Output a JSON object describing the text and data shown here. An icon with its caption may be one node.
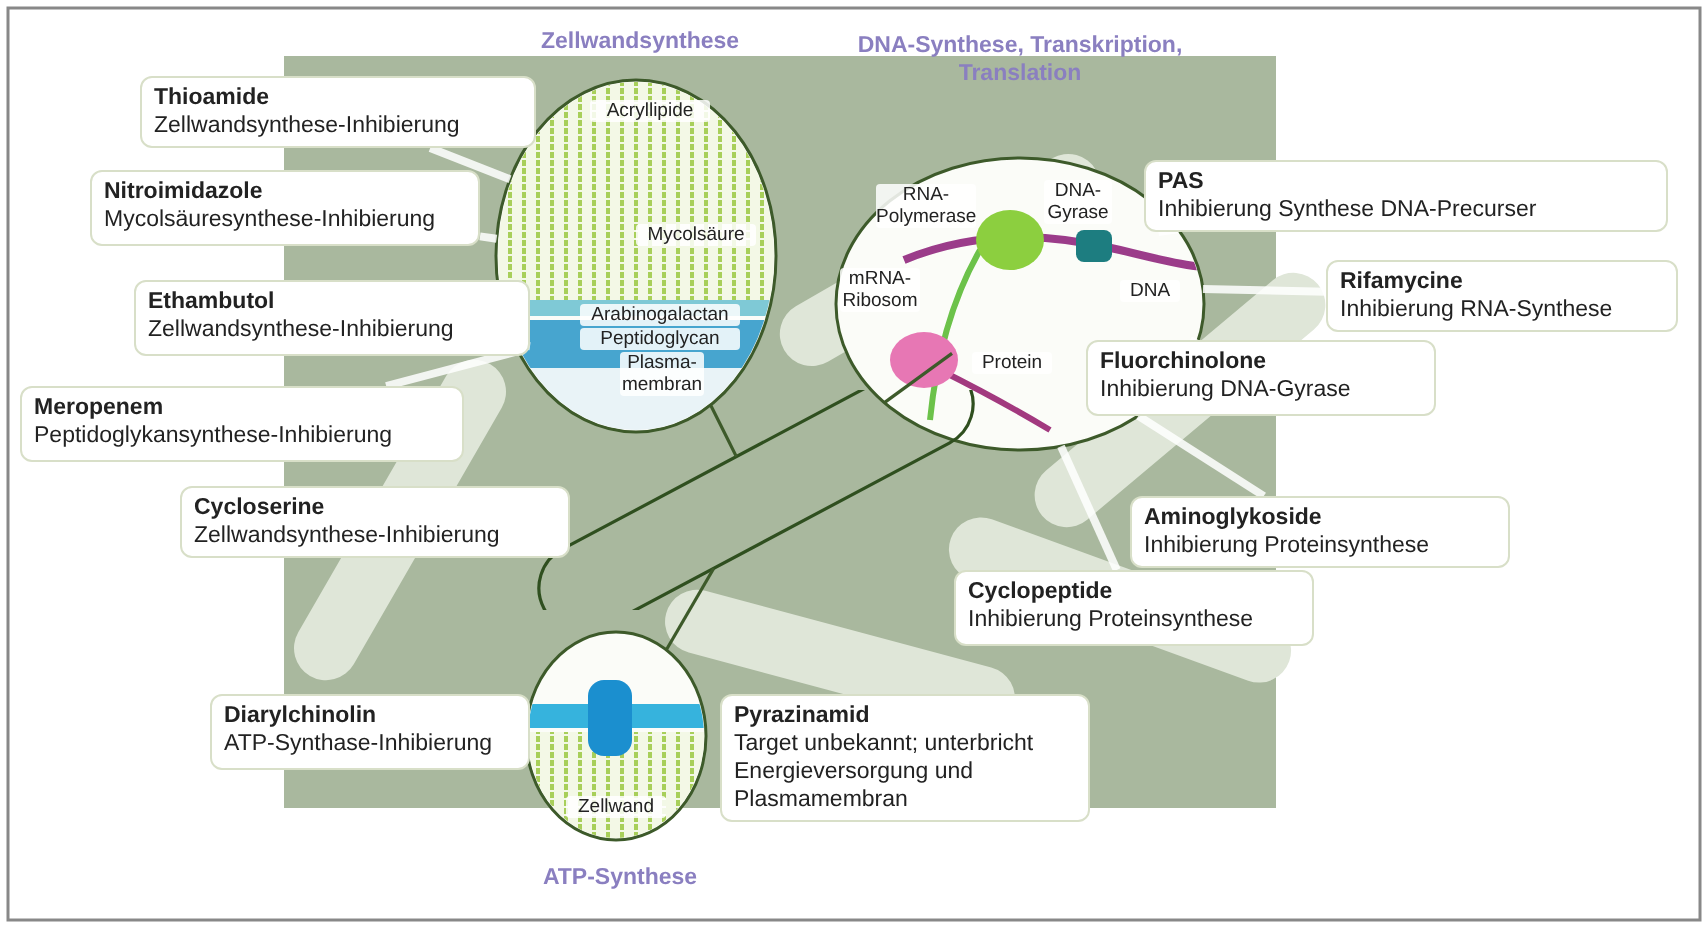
{
  "diagram": {
    "nodes": [
      {
        "text": [
          "Zellwandsynthese"
        ]
      },
      {
        "text": [
          "DNA-Synthese, Transkription, Translation"
        ]
      },
      {
        "text": [
          "ATP-Synthese"
        ]
      },
      {
        "text": [],
        "shape": "picture"
      },
      {
        "text": [
          "Thioamide",
          "Zellwandsynthese-Inhibierung"
        ]
      },
      {
        "text": [
          "Nitroimidazole",
          "Mycolsäuresynthese-Inhibierung"
        ]
      },
      {
        "text": [
          "Ethambutol",
          "Zellwandsynthese-Inhibierung"
        ]
      },
      {
        "text": [
          "Meropenem",
          "Peptidoglykansynthese-Inhibierung"
        ]
      },
      {
        "text": [
          "Cycloserine",
          "Zellwandsynthese-Inhibierung"
        ]
      },
      {
        "text": [
          "PAS",
          "Inhibierung Synthese DNA-Precurser"
        ]
      },
      {
        "text": [
          "Rifamycine",
          "Inhibierung RNA-Synthese"
        ]
      },
      {
        "text": [
          "Fluorchinolone",
          "Inhibierung DNA-Gyrase"
        ]
      },
      {
        "text": [
          "Aminoglykoside",
          "Inhibierung Proteinsynthese"
        ]
      },
      {
        "text": [
          "Cyclopeptide",
          "Inhibierung Proteinsynthese"
        ]
      },
      {
        "text": [
          "Diarylchinolin",
          "ATP-Synthase-Inhibierung"
        ]
      },
      {
        "text": [
          "Pyrazinamid",
          "Target unbekannt; unterbricht Energieversorgung und Plasmamembran"
        ]
      }
    ],
    "edges": [
      {
        "from": 0,
        "to": 3,
        "arrow": "none",
        "color": "#3d5a2a"
      },
      {
        "from": 1,
        "to": 3,
        "arrow": "none",
        "color": "#3d5a2a"
      },
      {
        "from": 2,
        "to": 3,
        "arrow": "none",
        "color": "#3d5a2a"
      },
      {
        "from": 4,
        "to": 0,
        "arrow": "none"
      },
      {
        "from": 5,
        "to": 0,
        "arrow": "none"
      },
      {
        "from": 6,
        "to": 0,
        "arrow": "none"
      },
      {
        "from": 7,
        "to": 0,
        "arrow": "none"
      },
      {
        "from": 9,
        "to": 1,
        "arrow": "none"
      },
      {
        "from": 10,
        "to": 1,
        "arrow": "none"
      },
      {
        "from": 11,
        "to": 1,
        "arrow": "none"
      },
      {
        "from": 12,
        "to": 1,
        "arrow": "none"
      },
      {
        "from": 13,
        "to": 1,
        "arrow": "none"
      }
    ],
    "labels": [
      "Acryllipide",
      "Mycolsäure",
      "Arabinogalactan",
      "Peptidoglycan",
      "Plasma-membran",
      "RNA-Polymerase",
      "DNA-Gyrase",
      "mRNA-Ribosom",
      "DNA",
      "Protein",
      "Zellwand"
    ]
  }
}
